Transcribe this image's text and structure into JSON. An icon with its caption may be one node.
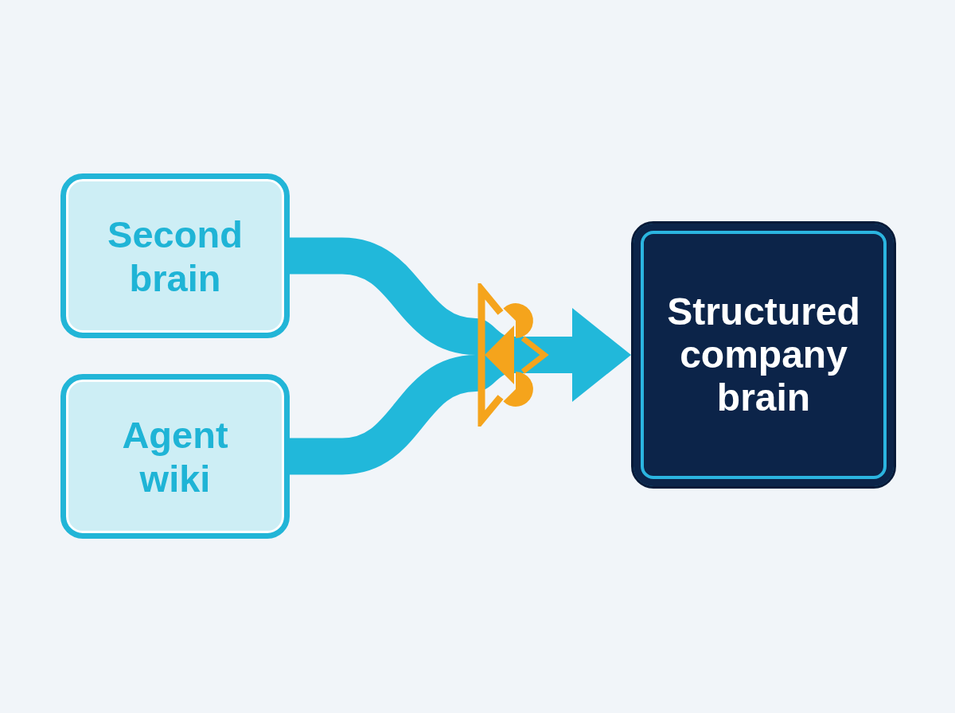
{
  "diagram": {
    "nodes": [
      {
        "text": [
          "Second brain"
        ]
      },
      {
        "text": [
          "Agent wiki"
        ]
      },
      {
        "text": [],
        "shape": "picture"
      },
      {
        "text": [
          "Structured company brain"
        ]
      }
    ],
    "edges": [
      {
        "from": 0,
        "to": 2,
        "arrow": "none"
      },
      {
        "from": 1,
        "to": 2,
        "arrow": "none"
      },
      {
        "from": 2,
        "to": 3,
        "arrow": "to"
      }
    ]
  }
}
